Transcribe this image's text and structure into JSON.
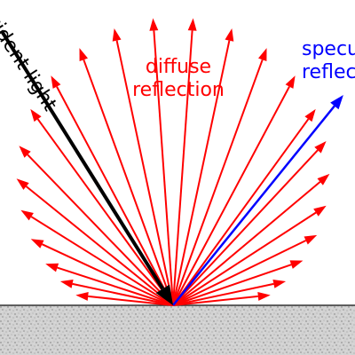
{
  "labels": {
    "incident": "incident light",
    "diffuse_line1": "diffuse",
    "diffuse_line2": "reflection",
    "specular_line1": "specular",
    "specular_line2": "reflection"
  },
  "colors": {
    "diffuse": "#ff0000",
    "specular": "#0000ff",
    "incident": "#000000",
    "surface": "#cfcfcf",
    "surface_speckle": "#8a8a8a",
    "background": "#ffffff"
  },
  "diffuse_ray_angles_deg": [
    6,
    12,
    19,
    26,
    33,
    40,
    47,
    54,
    62,
    70,
    78,
    86,
    94,
    102,
    110,
    118,
    126,
    134,
    141,
    148,
    155,
    162,
    168,
    174
  ],
  "specular_ray_angle_deg": 51,
  "incident_ray_angle_deg": 122
}
